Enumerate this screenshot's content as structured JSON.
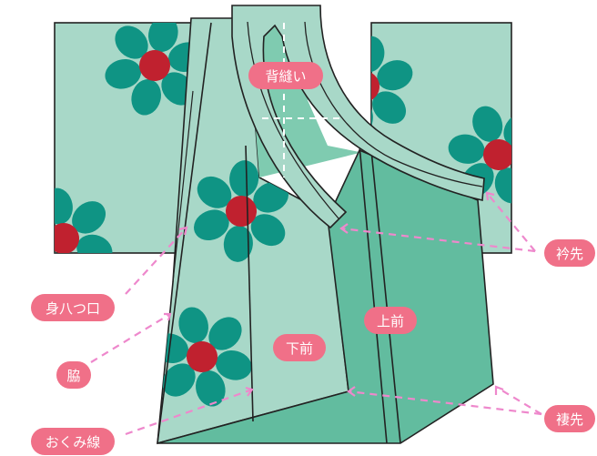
{
  "colors": {
    "fabric_light": "#a8d8c8",
    "fabric_mid": "#7fcbb0",
    "fabric_dark": "#62bc9f",
    "petal": "#0f9484",
    "flower_center": "#c0212f",
    "outline": "#222222",
    "label_bg": "#f07088",
    "label_text": "#ffffff",
    "leader_line": "#ee88cc",
    "guide_line": "#ffffff"
  },
  "labels": {
    "seam_back": "背縫い",
    "upper_front": "上前",
    "lower_front": "下前",
    "collar_tip": "衿先",
    "hem_corner": "褄先",
    "sleeve_opening": "身八つ口",
    "side_seam": "脇",
    "okumi_line": "おくみ線"
  }
}
